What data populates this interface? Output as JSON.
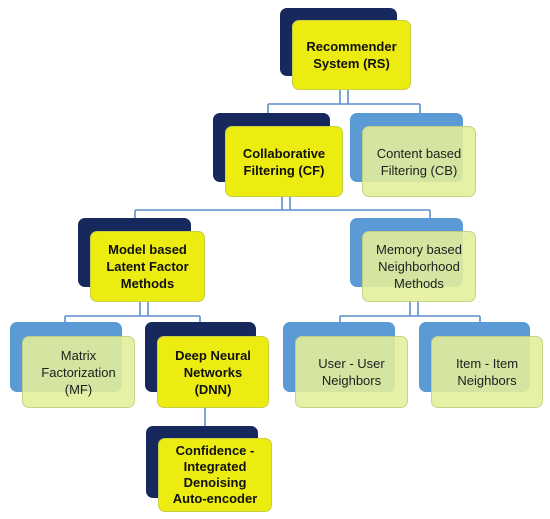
{
  "colors": {
    "emphasis_fill": "#ECEC10",
    "emphasis_shadow": "#17285C",
    "normal_fill": "#E4EF9A",
    "normal_shadow": "#5B9BD5",
    "connector": "#5B8FCB"
  },
  "nodes": {
    "rs": {
      "label": "Recommender\nSystem (RS)",
      "emphasis": true
    },
    "cf": {
      "label": "Collaborative\nFiltering (CF)",
      "emphasis": true
    },
    "cb": {
      "label": "Content based\nFiltering (CB)",
      "emphasis": false
    },
    "model": {
      "label": "Model based\nLatent Factor\nMethods",
      "emphasis": true
    },
    "memory": {
      "label": "Memory based\nNeighborhood\nMethods",
      "emphasis": false
    },
    "mf": {
      "label": "Matrix\nFactorization\n(MF)",
      "emphasis": false
    },
    "dnn": {
      "label": "Deep Neural\nNetworks\n(DNN)",
      "emphasis": true
    },
    "user": {
      "label": "User - User\nNeighbors",
      "emphasis": false
    },
    "item": {
      "label": "Item - Item\nNeighbors",
      "emphasis": false
    },
    "cidae": {
      "label": "Confidence -\nIntegrated\nDenoising\nAuto-encoder",
      "emphasis": true
    }
  }
}
